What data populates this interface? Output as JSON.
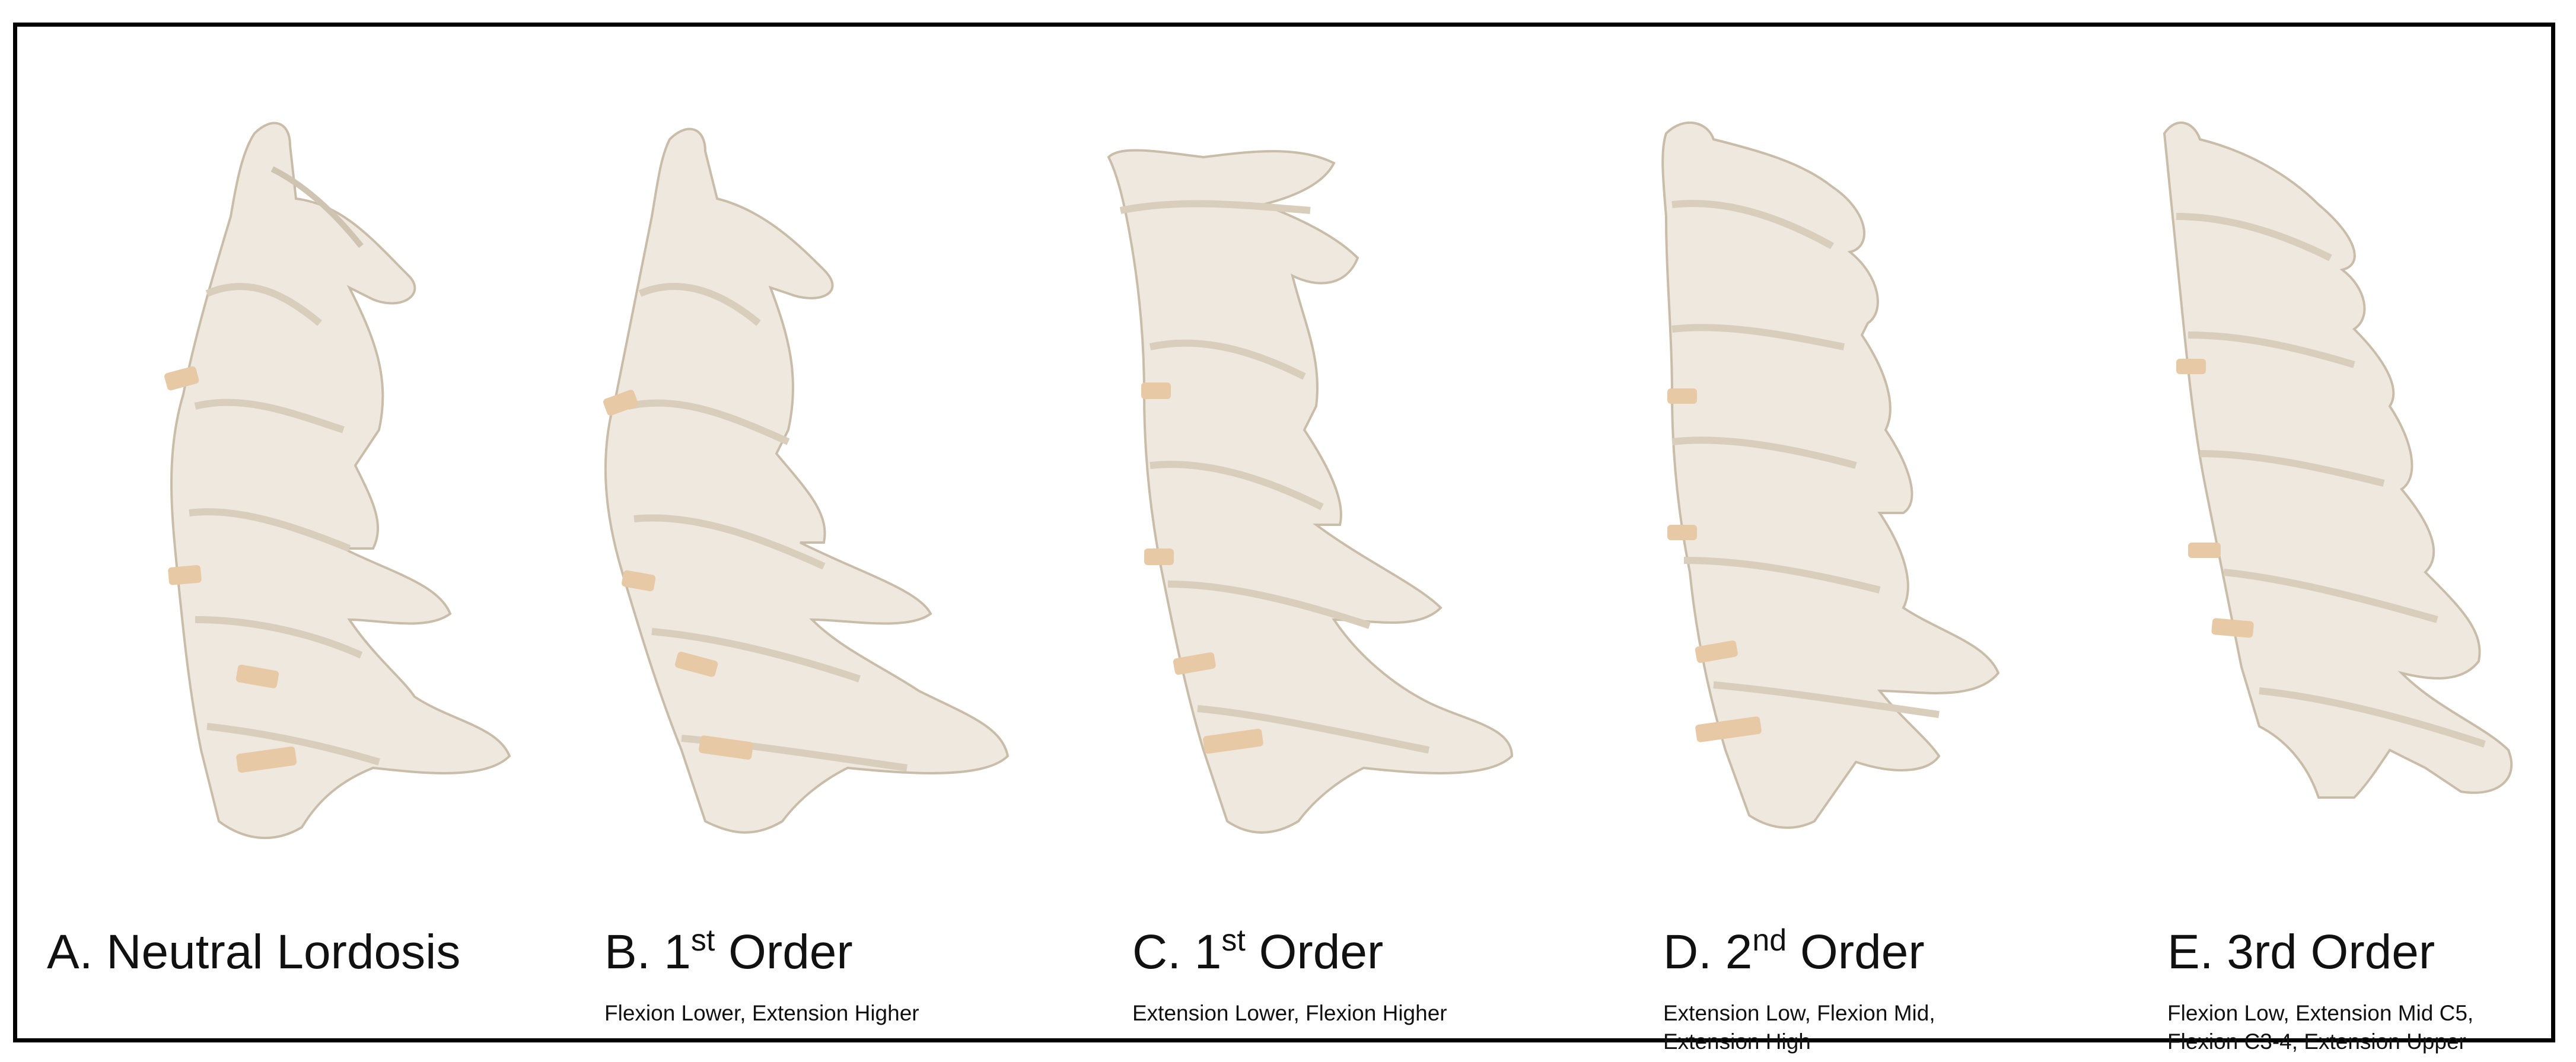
{
  "panels": [
    {
      "id": "A",
      "prefix": "A. Neutral Lordosis",
      "ordinal": "",
      "suffix": "",
      "subtitle_lines": []
    },
    {
      "id": "B",
      "prefix": "B. 1",
      "ordinal": "st",
      "suffix": " Order",
      "subtitle_lines": [
        "Flexion Lower, Extension Higher"
      ]
    },
    {
      "id": "C",
      "prefix": "C. 1",
      "ordinal": "st",
      "suffix": " Order",
      "subtitle_lines": [
        "Extension Lower, Flexion Higher"
      ]
    },
    {
      "id": "D",
      "prefix": "D. 2",
      "ordinal": "nd",
      "suffix": " Order",
      "subtitle_lines": [
        "Extension Low, Flexion Mid,",
        "Extension High"
      ]
    },
    {
      "id": "E",
      "prefix": "E. 3rd Order",
      "ordinal": "",
      "suffix": "",
      "subtitle_lines": [
        "Flexion Low, Extension Mid C5,",
        "Flexion C3-4, Extension Upper"
      ]
    }
  ],
  "colors": {
    "bone": "#efe8df",
    "bone_shade": "#d6cbbc",
    "disc": "#e7c9a6",
    "outline": "#b9ad9c",
    "frame": "#000000"
  },
  "icons": [
    "cervical-spine-illustration"
  ]
}
